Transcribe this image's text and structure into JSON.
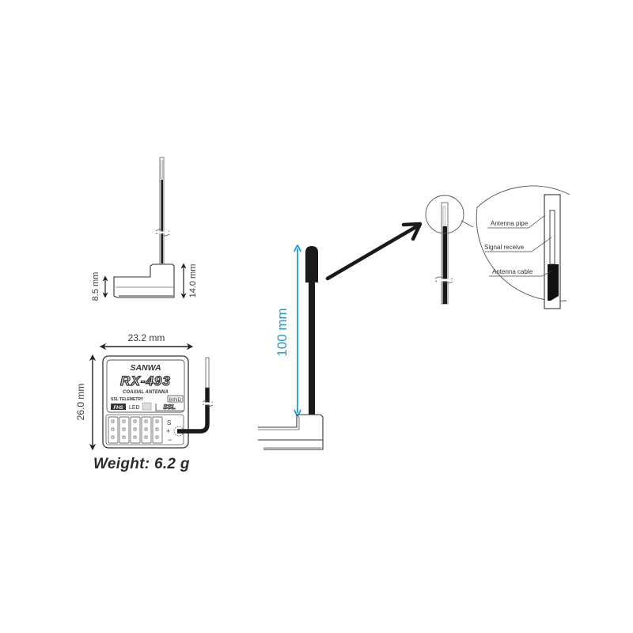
{
  "side_view": {
    "height_low": "8.5 mm",
    "height_high": "14.0 mm"
  },
  "top_view": {
    "width": "23.2 mm",
    "height": "26.0 mm",
    "brand": "SANWA",
    "model": "RX-493",
    "antenna_type": "COAXIAL ANTENNA",
    "telemetry": "SSL TELEMETRY",
    "bind_label": "BIND",
    "fhs_label": "FHS",
    "led_label": "LED",
    "ssl_label": "SSL",
    "pin_labels": [
      "S",
      "+",
      "−"
    ],
    "channels": 5
  },
  "weight": "Weight: 6.2 g",
  "antenna_view": {
    "length": "100 mm",
    "dimension_color": "#1e9bd7"
  },
  "detail_view": {
    "labels": [
      "Antenna pipe",
      "Signal receive",
      "Antenna cable"
    ]
  }
}
